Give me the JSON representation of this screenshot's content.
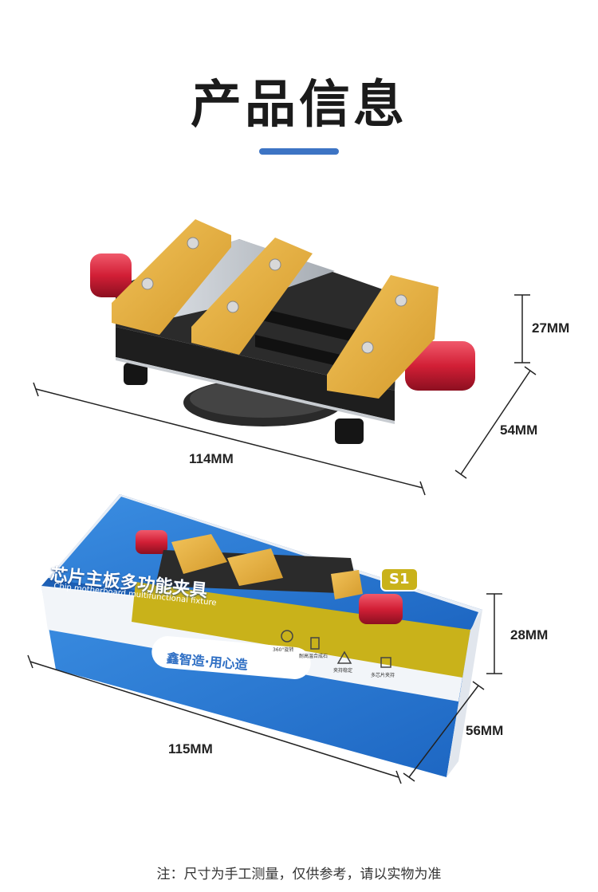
{
  "page": {
    "title": "产品信息",
    "note": "注：尺寸为手工测量，仅供参考，请以实物为准"
  },
  "fixture_dims": {
    "height": "27MM",
    "depth": "54MM",
    "width": "114MM"
  },
  "box_dims": {
    "height": "28MM",
    "depth": "56MM",
    "width": "115MM"
  },
  "box_print": {
    "model_badge": "S1",
    "title_cn": "芯片主板多功能夹具",
    "title_en": "Chip motherboard multifunctional fixture",
    "slogan": "鑫智造·用心造",
    "features": [
      "360°旋转",
      "耐高温合成石",
      "夹持稳定",
      "多芯片夹持"
    ]
  },
  "colors": {
    "accent_blue": "#3d74c4",
    "box_blue": "#2f7fd6",
    "box_yellow": "#c9b21a",
    "knob_red": "#d6283c",
    "clamp_gold": "#e0a93a"
  }
}
